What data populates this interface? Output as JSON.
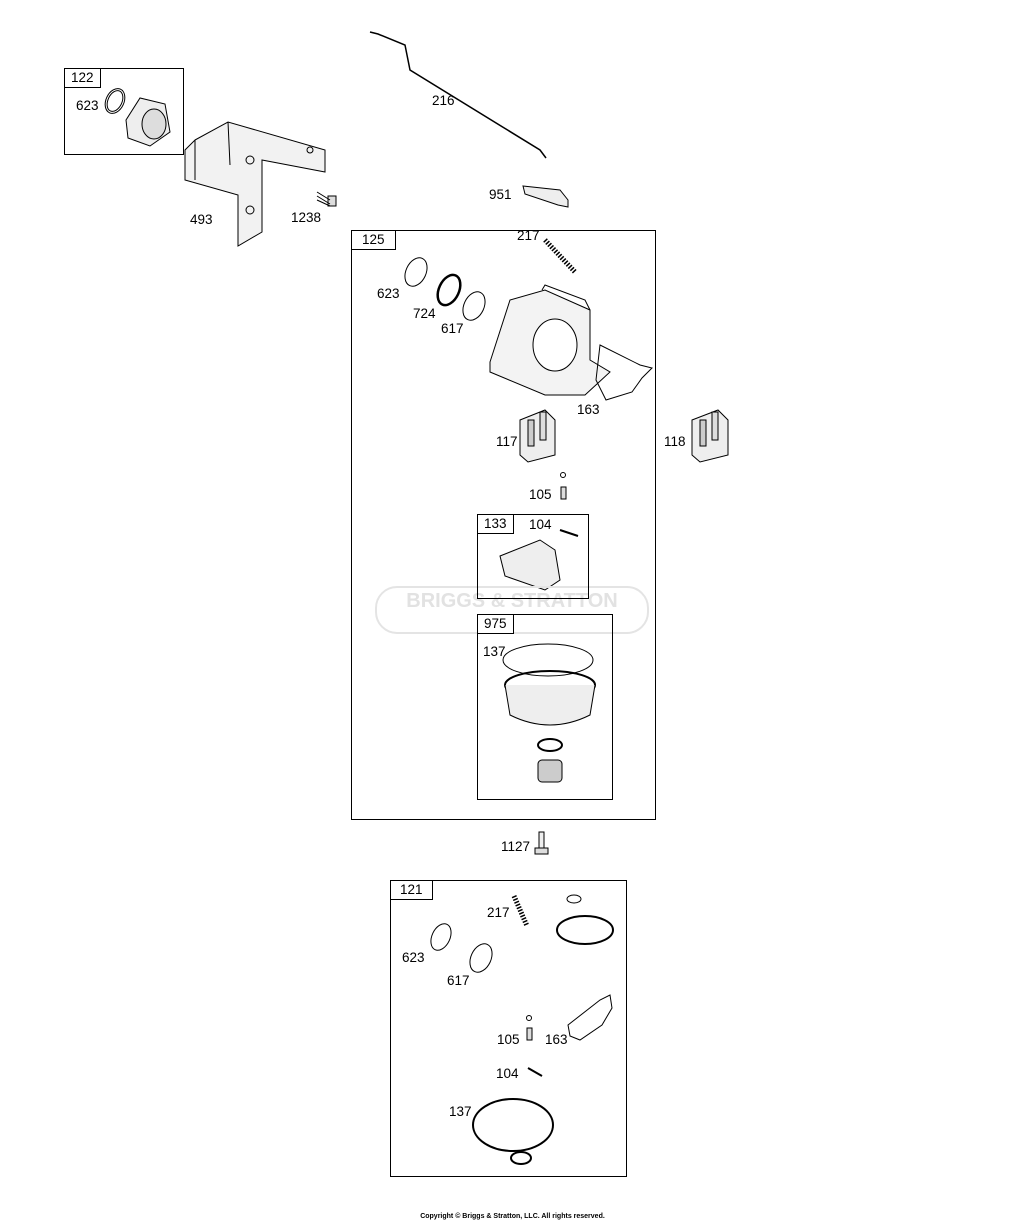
{
  "watermark": "BRIGGS & STRATTON",
  "copyright": "Copyright © Briggs & Stratton, LLC. All rights reserved.",
  "kits": {
    "k122": {
      "id": "122",
      "parts": [
        "623"
      ]
    },
    "k125": {
      "id": "125",
      "parts": [
        "217",
        "623",
        "724",
        "617",
        "163",
        "117",
        "105"
      ]
    },
    "k133": {
      "id": "133",
      "parts": [
        "104"
      ]
    },
    "k975": {
      "id": "975",
      "parts": [
        "137"
      ]
    },
    "k121": {
      "id": "121",
      "parts": [
        "217",
        "623",
        "617",
        "105",
        "163",
        "104",
        "137"
      ]
    }
  },
  "loose_parts": {
    "p216": "216",
    "p493": "493",
    "p1238": "1238",
    "p951": "951",
    "p118": "118",
    "p1127": "1127"
  }
}
